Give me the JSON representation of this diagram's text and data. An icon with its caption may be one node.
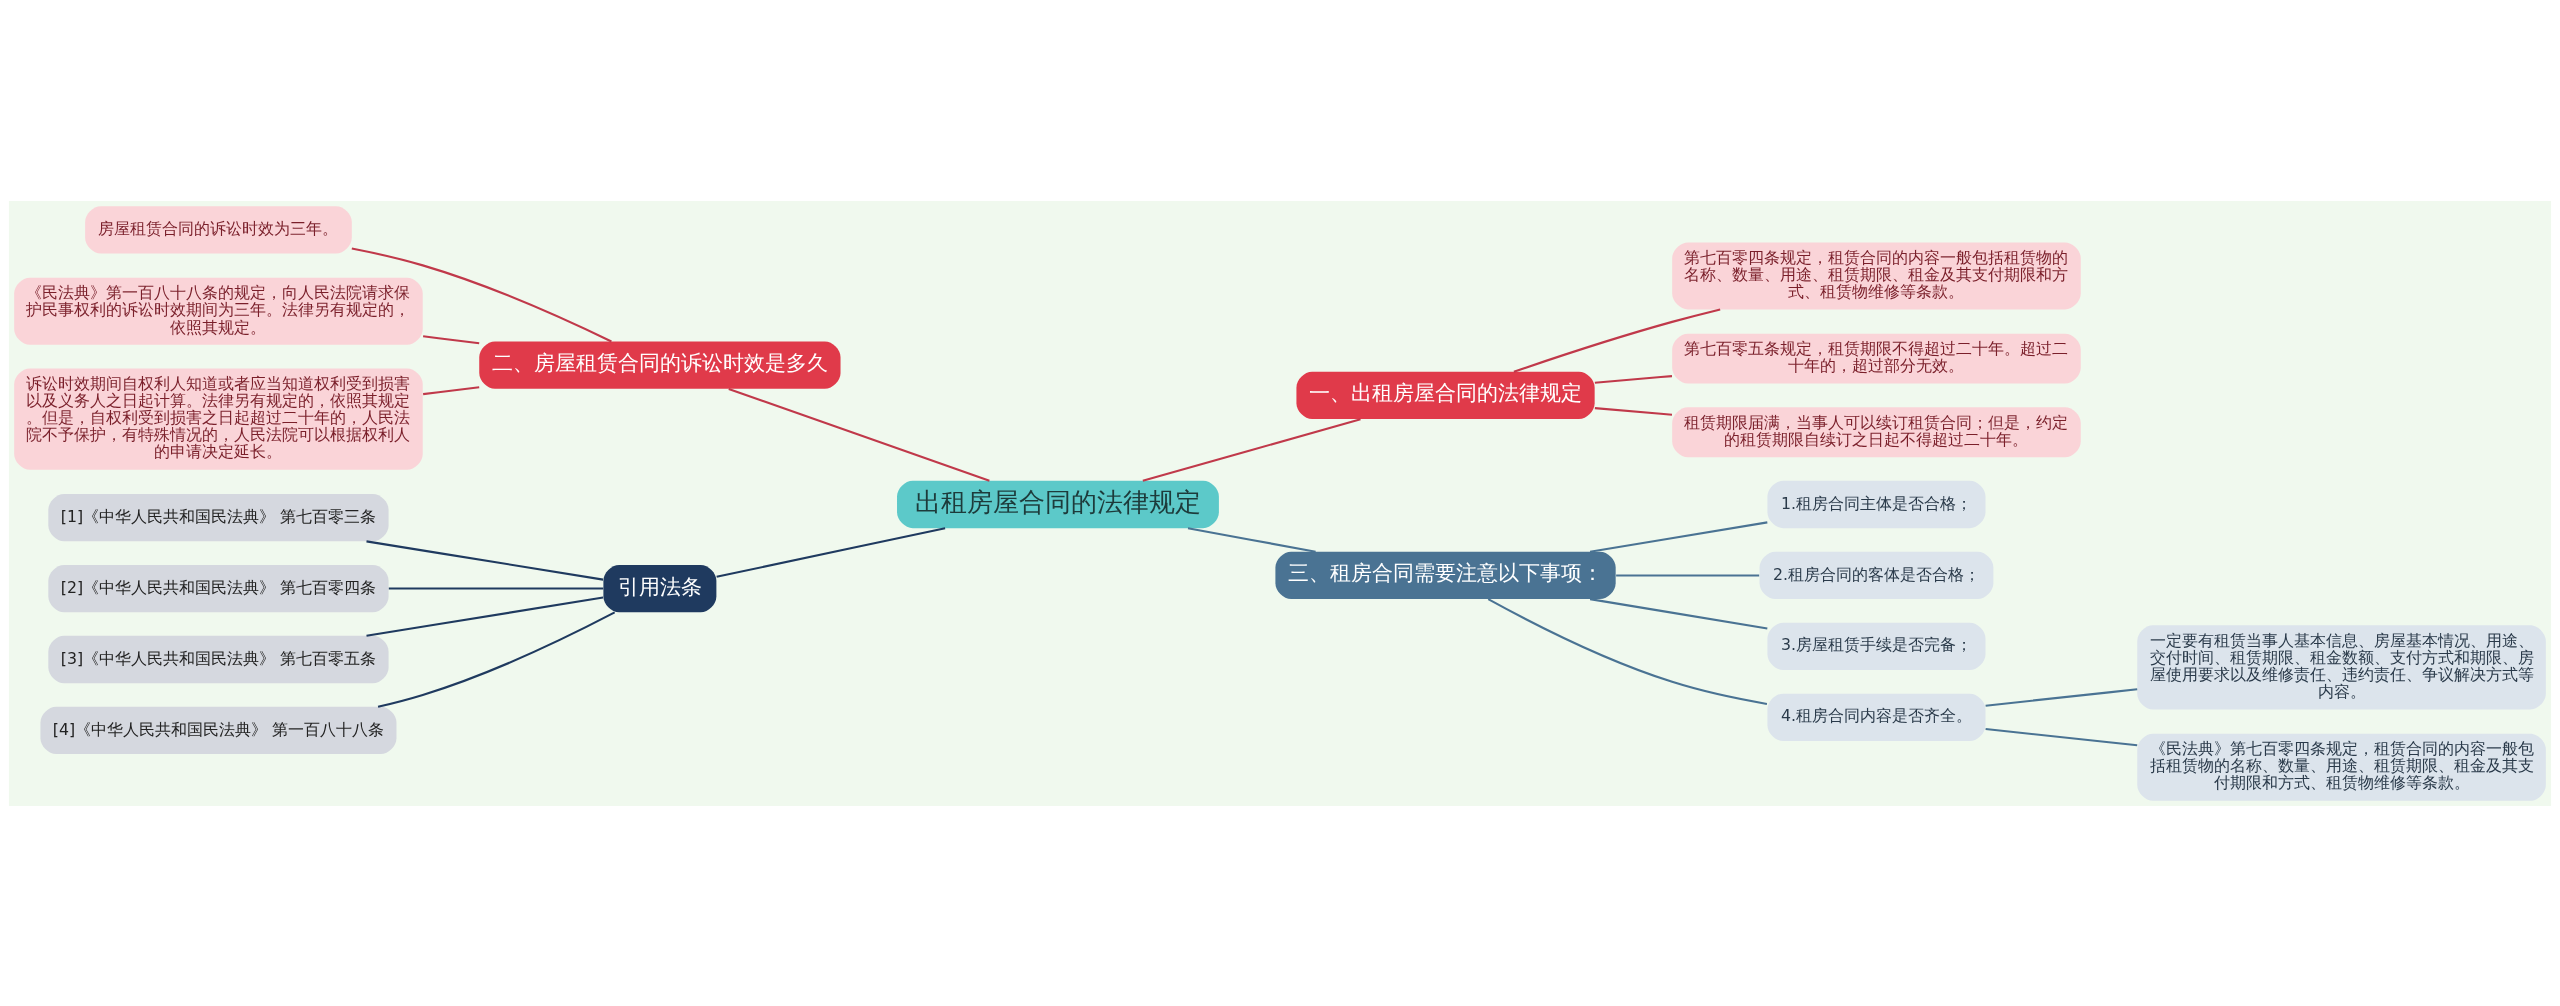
{
  "diagram": {
    "nodes": [
      {
        "text": [
          "出租房屋合同的法律规定"
        ]
      },
      {
        "text": [
          "一、出租房屋合同的法律规定"
        ]
      },
      {
        "text": [
          "第七百零四条规定，租赁合同的内容一般包括租赁物的名称、数量、用途、租赁期限、租金及其支付期限和方式、租赁物维修等条款。"
        ]
      },
      {
        "text": [
          "第七百零五条规定，租赁期限不得超过二十年。超过二十年的，超过部分无效。"
        ]
      },
      {
        "text": [
          "租赁期限届满，当事人可以续订租赁合同；但是，约定的租赁期限自续订之日起不得超过二十年。"
        ]
      },
      {
        "text": [
          "二、房屋租赁合同的诉讼时效是多久"
        ]
      },
      {
        "text": [
          "房屋租赁合同的诉讼时效为三年。"
        ]
      },
      {
        "text": [
          "《民法典》第一百八十八条的规定，向人民法院请求保护民事权利的诉讼时效期间为三年。法律另有规定的，依照其规定。"
        ]
      },
      {
        "text": [
          "诉讼时效期间自权利人知道或者应当知道权利受到损害以及义务人之日起计算。法律另有规定的，依照其规定。但是，自权利受到损害之日起超过二十年的，人民法院不予保护，有特殊情况的，人民法院可以根据权利人的申请决定延长。"
        ]
      },
      {
        "text": [
          "三、租房合同需要注意以下事项："
        ]
      },
      {
        "text": [
          "1.租房合同主体是否合格；"
        ]
      },
      {
        "text": [
          "2.租房合同的客体是否合格；"
        ]
      },
      {
        "text": [
          "3.房屋租赁手续是否完备；"
        ]
      },
      {
        "text": [
          "4.租房合同内容是否齐全。"
        ]
      },
      {
        "text": [
          "一定要有租赁当事人基本信息、房屋基本情况、用途、交付时间、租赁期限、租金数额、支付方式和期限、房屋使用要求以及维修责任、违约责任、争议解决方式等内容。"
        ]
      },
      {
        "text": [
          "《民法典》第七百零四条规定，租赁合同的内容一般包括租赁物的名称、数量、用途、租赁期限、租金及其支付期限和方式、租赁物维修等条款。"
        ]
      },
      {
        "text": [
          "引用法条"
        ]
      },
      {
        "text": [
          "[1]《中华人民共和国民法典》 第七百零三条"
        ]
      },
      {
        "text": [
          "[2]《中华人民共和国民法典》 第七百零四条"
        ]
      },
      {
        "text": [
          "[3]《中华人民共和国民法典》 第七百零五条"
        ]
      },
      {
        "text": [
          "[4]《中华人民共和国民法典》 第一百八十八条"
        ]
      }
    ],
    "edges": [
      {
        "from": 0,
        "to": 1,
        "arrow": "none"
      },
      {
        "from": 1,
        "to": 2,
        "arrow": "none"
      },
      {
        "from": 1,
        "to": 3,
        "arrow": "none"
      },
      {
        "from": 1,
        "to": 4,
        "arrow": "none"
      },
      {
        "from": 0,
        "to": 5,
        "arrow": "none"
      },
      {
        "from": 5,
        "to": 6,
        "arrow": "none"
      },
      {
        "from": 5,
        "to": 7,
        "arrow": "none"
      },
      {
        "from": 5,
        "to": 8,
        "arrow": "none"
      },
      {
        "from": 0,
        "to": 9,
        "arrow": "none",
        "color": "#4a7393"
      },
      {
        "from": 9,
        "to": 10,
        "arrow": "none",
        "color": "#4a7393"
      },
      {
        "from": 9,
        "to": 11,
        "arrow": "none",
        "color": "#4a7393"
      },
      {
        "from": 9,
        "to": 12,
        "arrow": "none",
        "color": "#4a7393"
      },
      {
        "from": 9,
        "to": 13,
        "arrow": "none",
        "color": "#4a7393"
      },
      {
        "from": 13,
        "to": 14,
        "arrow": "none",
        "color": "#4a7393"
      },
      {
        "from": 13,
        "to": 15,
        "arrow": "none",
        "color": "#4a7393"
      },
      {
        "from": 0,
        "to": 16,
        "arrow": "none",
        "color": "#1f3a5f"
      },
      {
        "from": 16,
        "to": 17,
        "arrow": "none",
        "color": "#1f3a5f"
      },
      {
        "from": 16,
        "to": 18,
        "arrow": "none",
        "color": "#1f3a5f"
      },
      {
        "from": 16,
        "to": 19,
        "arrow": "none",
        "color": "#1f3a5f"
      },
      {
        "from": 16,
        "to": 20,
        "arrow": "none",
        "color": "#1f3a5f"
      }
    ]
  }
}
